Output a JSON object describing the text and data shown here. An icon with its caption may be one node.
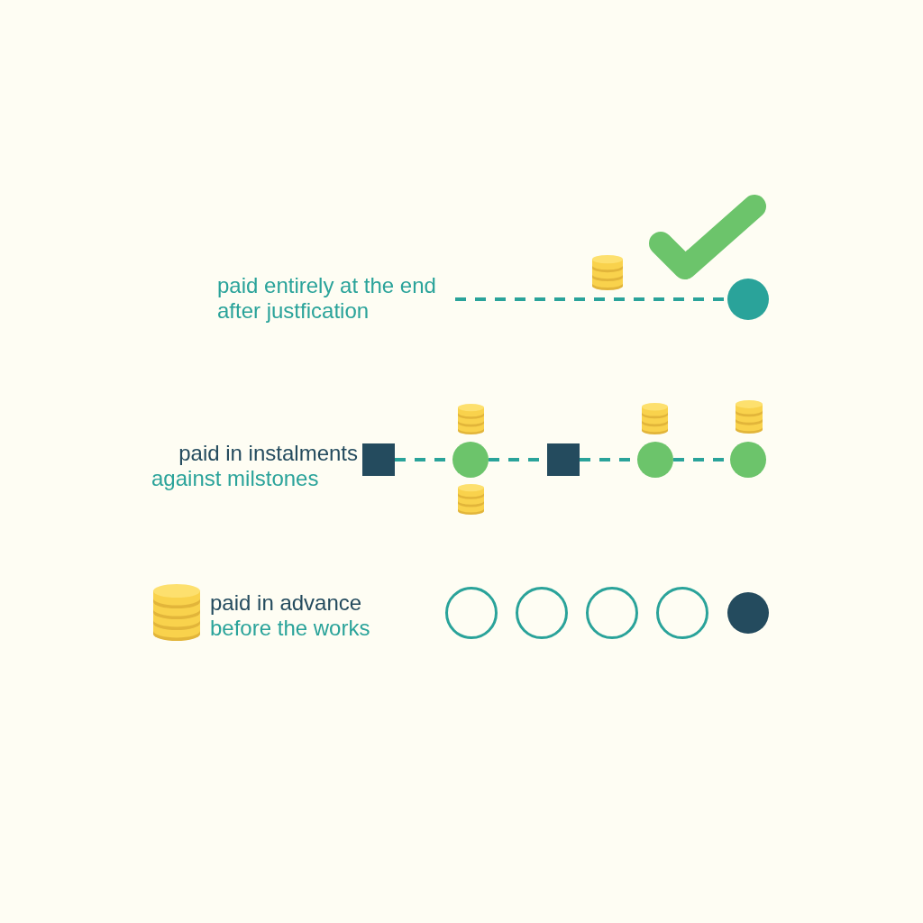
{
  "diagram": {
    "nodes": [
      {
        "text": [
          "paid entirely at the end after justfication"
        ]
      },
      {
        "text": [],
        "shape": "circle"
      },
      {
        "text": [],
        "shape": "box"
      },
      {
        "text": [],
        "shape": "circle"
      },
      {
        "text": [],
        "shape": "box"
      },
      {
        "text": [],
        "shape": "circle"
      },
      {
        "text": [],
        "shape": "circle"
      },
      {
        "text": [],
        "shape": "circle"
      },
      {
        "text": [],
        "shape": "circle"
      },
      {
        "text": [],
        "shape": "circle"
      },
      {
        "text": [],
        "shape": "circle"
      },
      {
        "text": [],
        "shape": "circle"
      }
    ],
    "edges": [
      {
        "from": 0,
        "to": 1,
        "arrow": "none",
        "style": "dashed"
      },
      {
        "from": 2,
        "to": 3,
        "arrow": "none",
        "style": "dashed"
      },
      {
        "from": 3,
        "to": 4,
        "arrow": "none",
        "style": "dashed"
      },
      {
        "from": 4,
        "to": 5,
        "arrow": "none",
        "style": "dashed"
      },
      {
        "from": 5,
        "to": 6,
        "arrow": "none",
        "style": "dashed"
      }
    ],
    "labels": [
      "paid in instalments",
      "against milstones",
      "paid in advance",
      "before the works"
    ]
  }
}
